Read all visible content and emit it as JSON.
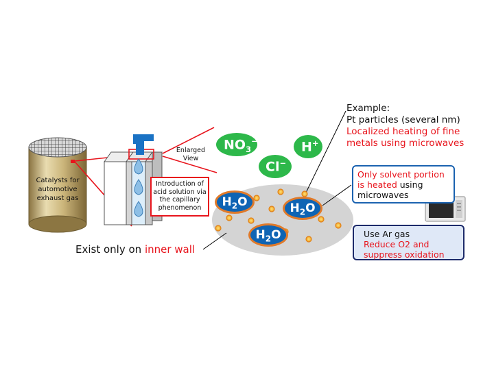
{
  "catalyst_label": "Catalysts for automotive exhaust gas",
  "enlarged_view": "Enlarged View",
  "intro_box": "Introduction of acid solution via the capillary phenomenon",
  "ions": {
    "no3": {
      "base": "NO",
      "sub": "3",
      "sup": "−"
    },
    "h": {
      "base": "H",
      "sup": "+"
    },
    "cl": {
      "base": "Cl",
      "sup": "−"
    }
  },
  "h2o": {
    "base": "H",
    "sub": "2",
    "tail": "O"
  },
  "example": {
    "line1": "Example:",
    "line2": "Pt particles (several nm)",
    "line3": "Localized heating of fine",
    "line4": "metals using microwaves"
  },
  "solvent_box": {
    "red_part": "Only solvent portion is heated",
    "black_part": " using microwaves"
  },
  "ar_box": {
    "line1": "Use Ar gas",
    "line2": "Reduce O2 and suppress oxidation"
  },
  "inner_wall": {
    "black": "Exist only on ",
    "red": "inner wall"
  },
  "colors": {
    "accent_red": "#e8141c",
    "ion_green": "#2db84a",
    "water_blue": "#0e64b4",
    "particle_orange": "#f0a020",
    "box_blue": "#1a62b0",
    "box_navy": "#1c2a6a"
  }
}
